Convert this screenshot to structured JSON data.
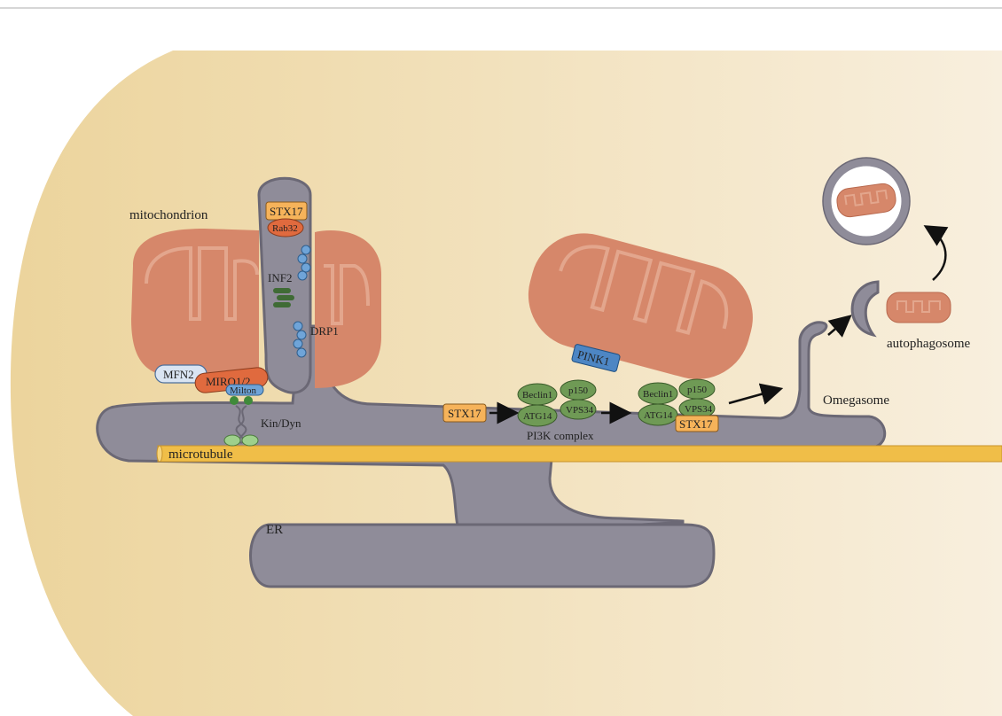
{
  "colors": {
    "cytoplasm_left": "#ecd49c",
    "cytoplasm_right": "#f8efde",
    "er_fill": "#8f8c99",
    "er_stroke": "#6b6875",
    "mito_fill": "#d6876a",
    "mito_cristae": "#e3a68d",
    "microtubule": "#f0be48",
    "stx17_fill": "#f6b35a",
    "rab32_fill": "#e06a3e",
    "miro_fill": "#e06a3e",
    "mfn2_fill": "#d9e4f2",
    "pink1_fill": "#4d86c4",
    "drp1_bead": "#6fa4d8",
    "inf2_fill": "#3f6b35",
    "pi3k_fill": "#6f9a55",
    "kin_fill": "#9ed08c"
  },
  "labels": {
    "mitochondrion": "mitochondrion",
    "stx17_top": "STX17",
    "rab32": "Rab32",
    "inf2": "INF2",
    "drp1": "DRP1",
    "mfn2": "MFN2",
    "miro": "MIRO1/2",
    "milton": "Milton",
    "kin_dyn": "Kin/Dyn",
    "microtubule": "microtubule",
    "er": "ER",
    "stx17_mid": "STX17",
    "pi3k_complex": "PI3K complex",
    "pink1": "PINK1",
    "stx17_bottom": "STX17",
    "omegasome": "Omegasome",
    "autophagosome": "autophagosome"
  },
  "pi3k_left": {
    "beclin": "Beclin1",
    "p150": "p150",
    "atg14": "ATG14",
    "vps34": "VPS34"
  },
  "pi3k_right": {
    "beclin": "Beclin1",
    "p150": "p150",
    "atg14": "ATG14",
    "vps34": "VPS34"
  }
}
